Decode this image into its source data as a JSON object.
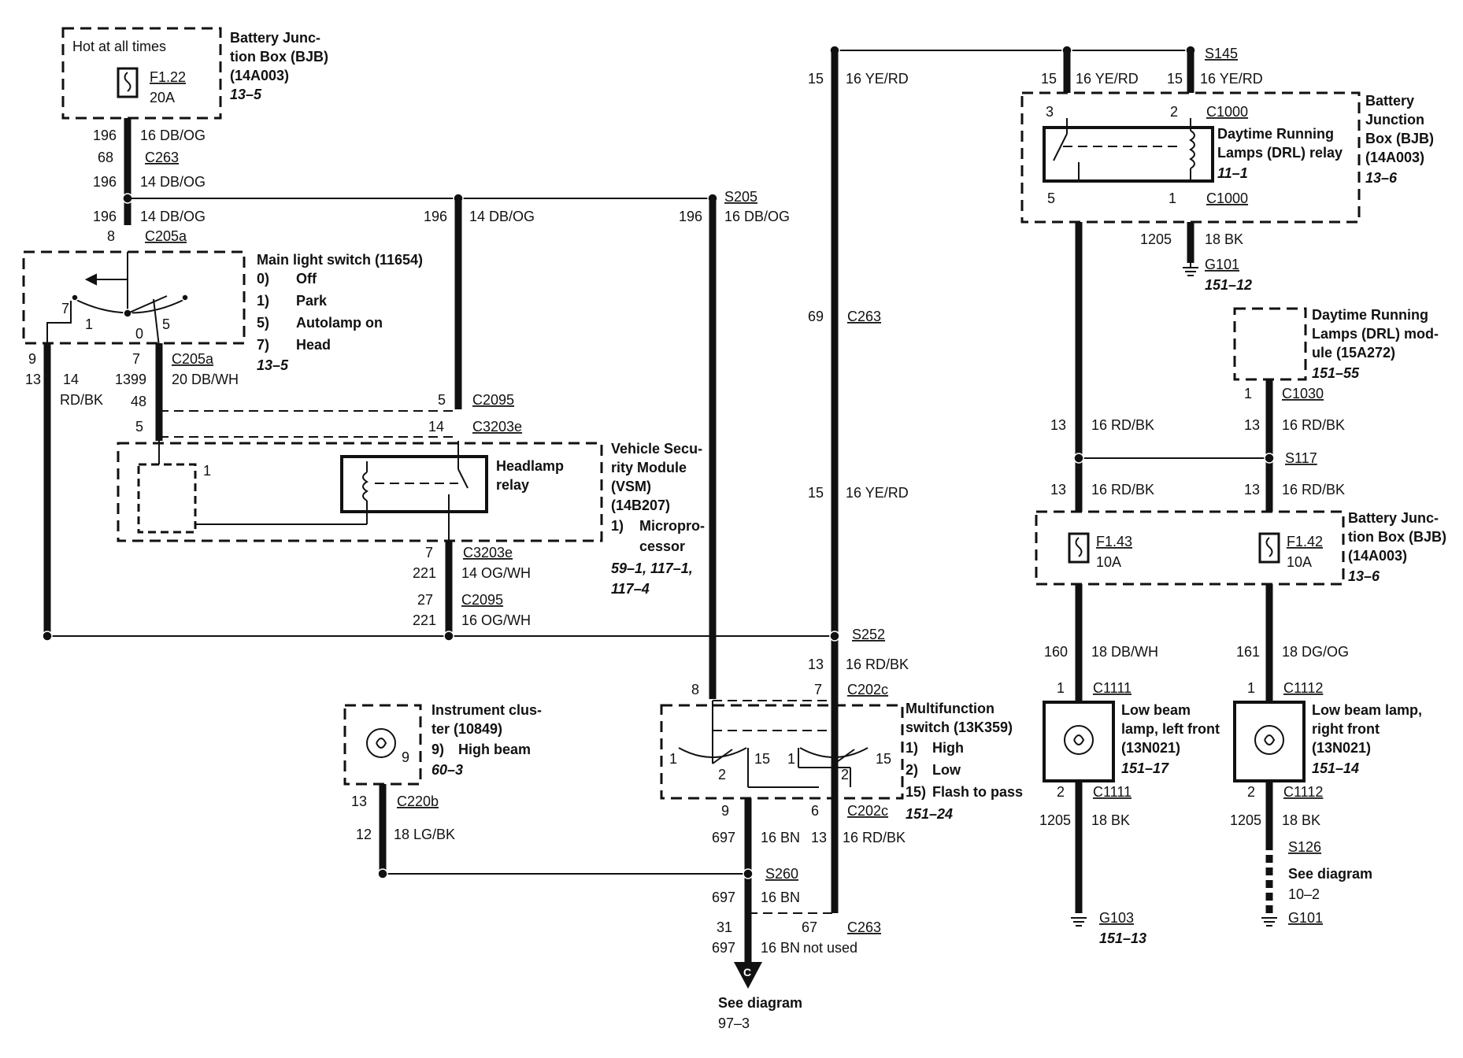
{
  "bjb_top": {
    "hot": "Hot at all times",
    "fuse": "F1.22",
    "amp": "20A",
    "title1": "Battery Junc-",
    "title2": "tion Box (BJB)",
    "title3": "(14A003)",
    "ref": "13–5"
  },
  "w196a": {
    "num": "196",
    "spec": "16 DB/OG"
  },
  "c263a": {
    "pin": "68",
    "conn": "C263"
  },
  "w196b": {
    "num": "196",
    "spec": "14 DB/OG"
  },
  "w196c": {
    "num": "196",
    "spec": "14 DB/OG"
  },
  "c205a_top": {
    "pin": "8",
    "conn": "C205a"
  },
  "w196d": {
    "num": "196",
    "spec": "14 DB/OG"
  },
  "s205": {
    "label": "S205",
    "num": "196",
    "spec": "16 DB/OG"
  },
  "mls": {
    "title": "Main light switch (11654)",
    "o0": "0)",
    "o0t": "Off",
    "o1": "1)",
    "o1t": "Park",
    "o5": "5)",
    "o5t": "Autolamp on",
    "o7": "7)",
    "o7t": "Head",
    "ref": "13–5",
    "p7": "7",
    "p1": "1",
    "p0": "0",
    "p5": "5"
  },
  "mls_out": {
    "pinL": "9",
    "numL": "13",
    "specL1": "14",
    "specL2": "RD/BK",
    "pinR": "7",
    "conn": "C205a",
    "numR": "1399",
    "specR": "20 DB/WH"
  },
  "c2095a": {
    "pin48": "48",
    "pin5": "5",
    "conn": "C2095"
  },
  "c3203e_top": {
    "pin5": "5",
    "pin14": "14",
    "conn": "C3203e"
  },
  "vsm": {
    "pin1": "1",
    "relay1": "Headlamp",
    "relay2": "relay",
    "t1": "Vehicle Secu-",
    "t2": "rity Module",
    "t3": "(VSM)",
    "t4": "(14B207)",
    "t5": "1)",
    "t5b": "Micropro-",
    "t6": "cessor",
    "ref1": "59–1, 117–1,",
    "ref2": "117–4"
  },
  "c3203e_bot": {
    "pin": "7",
    "conn": "C3203e",
    "num": "221",
    "spec": "14 OG/WH"
  },
  "c2095b": {
    "pin": "27",
    "conn": "C2095",
    "num": "221",
    "spec": "16 OG/WH"
  },
  "yr_top": {
    "num": "15",
    "spec": "16 YE/RD"
  },
  "c263b": {
    "pin": "69",
    "conn": "C263"
  },
  "yr_mid": {
    "num": "15",
    "spec": "16 YE/RD"
  },
  "s252": {
    "label": "S252",
    "num": "13",
    "spec": "16 RD/BK"
  },
  "c202c_top": {
    "pin8": "8",
    "pin7": "7",
    "conn": "C202c"
  },
  "mfs": {
    "t1": "Multifunction",
    "t2": "switch (13K359)",
    "o1": "1)",
    "o1t": "High",
    "o2": "2)",
    "o2t": "Low",
    "o15": "15)",
    "o15t": "Flash to pass",
    "ref": "151–24",
    "pa1": "1",
    "pa2": "2",
    "pa15": "15",
    "pb1": "1",
    "pb2": "2",
    "pb15": "15"
  },
  "c202c_bot": {
    "pin9": "9",
    "pin6": "6",
    "conn": "C202c",
    "num697": "697",
    "spec697": "16 BN",
    "num13": "13",
    "spec13": "16 RD/BK"
  },
  "ic": {
    "t1": "Instrument clus-",
    "t2": "ter (10849)",
    "o9": "9)",
    "o9t": "High beam",
    "ref": "60–3",
    "pin": "9"
  },
  "c220b": {
    "pin": "13",
    "conn": "C220b",
    "num": "12",
    "spec": "18 LG/BK"
  },
  "s260": {
    "label": "S260",
    "num": "697",
    "spec": "16 BN"
  },
  "c263c": {
    "pin31": "31",
    "pin67": "67",
    "conn": "C263",
    "num": "697",
    "spec": "16 BN",
    "notused": "not used"
  },
  "see97": {
    "label": "See diagram",
    "ref": "97–3",
    "arrow": "C"
  },
  "s145": {
    "label": "S145",
    "num1": "15",
    "spec1": "16 YE/RD",
    "num2": "15",
    "spec2": "16 YE/RD"
  },
  "drl_relay": {
    "pin3": "3",
    "pin2": "2",
    "conn": "C1000",
    "t1": "Daytime Running",
    "t2": "Lamps (DRL) relay",
    "ref": "11–1",
    "pin5": "5",
    "pin1": "1",
    "conn2": "C1000"
  },
  "bjb_r1": {
    "t1": "Battery",
    "t2": "Junction",
    "t3": "Box (BJB)",
    "t4": "(14A003)",
    "ref": "13–6"
  },
  "g101a": {
    "num": "1205",
    "spec": "18 BK",
    "label": "G101",
    "ref": "151–12"
  },
  "drl_mod": {
    "t1": "Daytime Running",
    "t2": "Lamps (DRL) mod-",
    "t3": "ule (15A272)",
    "ref": "151–55"
  },
  "c1030": {
    "pin": "1",
    "conn": "C1030",
    "num": "13",
    "spec": "16 RD/BK"
  },
  "rdbk_l1": {
    "num": "13",
    "spec": "16 RD/BK"
  },
  "s117": {
    "label": "S117",
    "numL": "13",
    "specL": "16 RD/BK",
    "numR": "13",
    "specR": "16 RD/BK"
  },
  "bjb_r2": {
    "fuseL": "F1.43",
    "ampL": "10A",
    "fuseR": "F1.42",
    "ampR": "10A",
    "t1": "Battery Junc-",
    "t2": "tion Box (BJB)",
    "t3": "(14A003)",
    "ref": "13–6"
  },
  "lbl": {
    "num": "160",
    "spec": "18 DB/WH",
    "pin1": "1",
    "conn": "C1111",
    "t1": "Low beam",
    "t2": "lamp, left front",
    "t3": "(13N021)",
    "ref": "151–17",
    "pin2": "2",
    "conn2": "C1111",
    "gnum": "1205",
    "gspec": "18 BK",
    "ground": "G103",
    "gref": "151–13"
  },
  "lbr": {
    "num": "161",
    "spec": "18 DG/OG",
    "pin1": "1",
    "conn": "C1112",
    "t1": "Low beam lamp,",
    "t2": "right front",
    "t3": "(13N021)",
    "ref": "151–14",
    "pin2": "2",
    "conn2": "C1112",
    "gnum": "1205",
    "gspec": "18 BK",
    "splice": "S126",
    "see1": "See diagram",
    "see2": "10–2",
    "ground": "G101"
  }
}
